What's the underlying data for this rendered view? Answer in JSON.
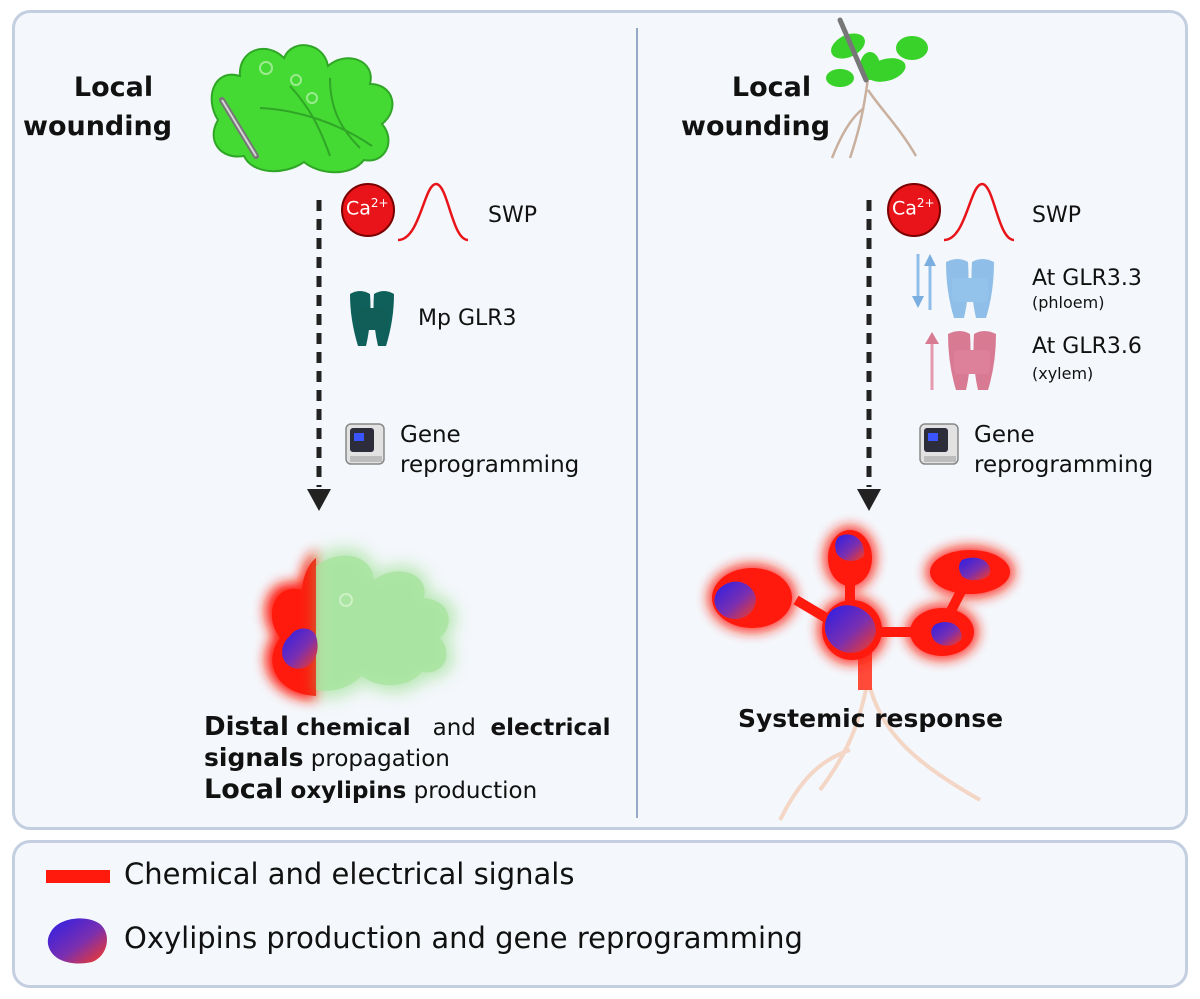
{
  "left": {
    "wound_line1": "Local",
    "wound_line2": "wounding",
    "ca_base": "Ca",
    "ca_sup": "2+",
    "swp": "SWP",
    "protein": "Mp GLR3",
    "gene_line1": "Gene",
    "gene_line2": "reprogramming",
    "result": {
      "line1_bold": "Distal",
      "line1_a": "chemical",
      "line1_b": "and",
      "line1_c": "electrical",
      "line2_bold": "signals",
      "line2_rest": "propagation",
      "line3_bold": "Local",
      "line3_a": "oxylipins",
      "line3_rest": "production"
    }
  },
  "right": {
    "wound_line1": "Local",
    "wound_line2": "wounding",
    "ca_base": "Ca",
    "ca_sup": "2+",
    "swp": "SWP",
    "protein1": "At GLR3.3",
    "protein1_note": "(phloem)",
    "protein2": "At GLR3.6",
    "protein2_note": "(xylem)",
    "gene_line1": "Gene",
    "gene_line2": "reprogramming",
    "result": "Systemic response"
  },
  "legend": {
    "item1": "Chemical and electrical signals",
    "item2": "Oxylipins production and gene reprogramming"
  },
  "colors": {
    "signal_red": "#ff1a0d",
    "thallus_green": "#3fd92e",
    "mp_glr3": "#0f5f5a",
    "glr33": "#8fbfe8",
    "glr36": "#d97a93",
    "panel_border": "#c3cfe0"
  }
}
